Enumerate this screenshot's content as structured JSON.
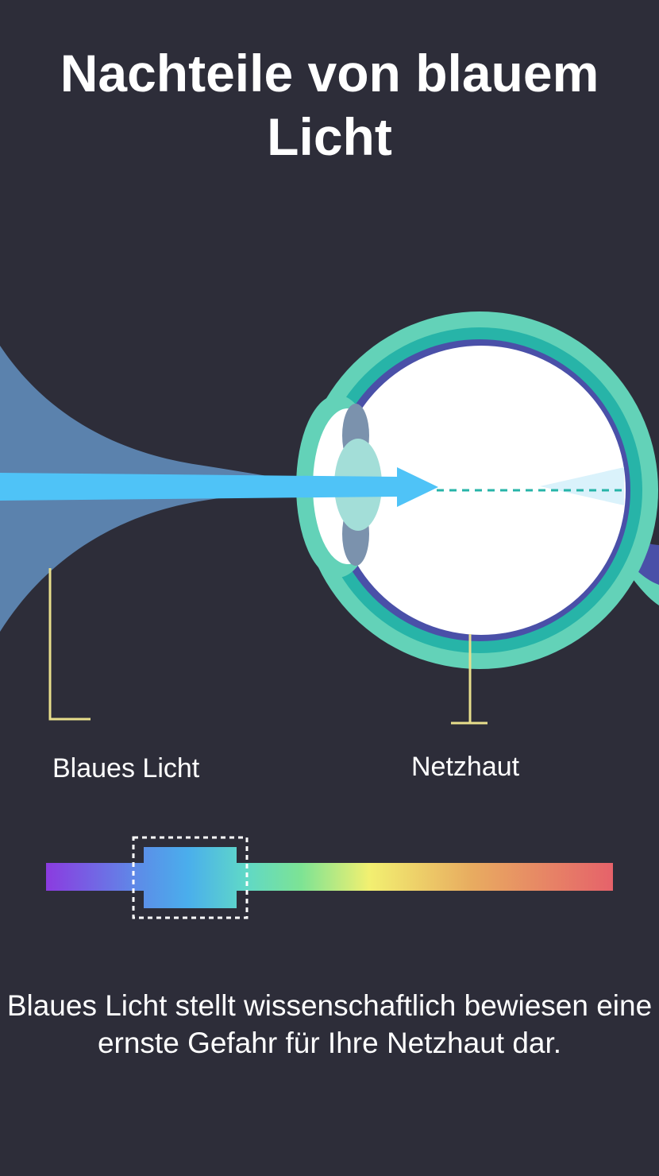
{
  "header": {
    "title": "Nachteile von blauem Licht"
  },
  "labels": {
    "blue_light": "Blaues Licht",
    "retina": "Netzhaut"
  },
  "body": {
    "description": "Blaues Licht stellt wissenschaftlich bewiesen eine ernste Gefahr für Ihre Netzhaut dar."
  },
  "colors": {
    "background": "#2d2d39",
    "light_cone": "#5b82ad",
    "light_ray": "#4fc3f7",
    "eye_outer": "#63d2b8",
    "eye_sclera": "#27b4a8",
    "eye_choroid": "#4a50a8",
    "eye_inner": "#ffffff",
    "lens": "#a3ded8",
    "iris": "#7b92ad",
    "leader_line": "#e8de8c"
  },
  "icons": {
    "eye": "eye-cross-section-icon",
    "light_beam": "blue-light-beam-icon",
    "spectrum": "light-spectrum-bar"
  }
}
